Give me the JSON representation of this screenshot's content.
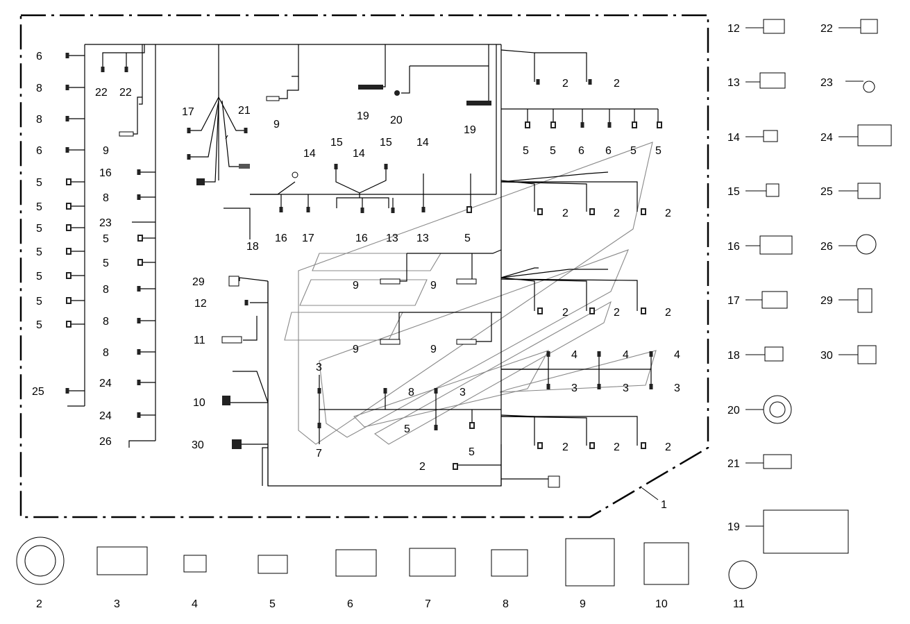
{
  "diagram": {
    "frame_callout": "1",
    "harness_labels": {
      "left_column": [
        "6",
        "8",
        "8",
        "6",
        "5",
        "5",
        "5",
        "5",
        "5",
        "5",
        "5",
        "25"
      ],
      "inner_column": [
        "16",
        "8",
        "23",
        "5",
        "5",
        "8",
        "8",
        "8",
        "24",
        "24",
        "26"
      ],
      "top_left": [
        "22",
        "22",
        "9",
        "17",
        "21",
        "9"
      ],
      "top_center": [
        "19",
        "20",
        "19",
        "14",
        "15",
        "14",
        "15",
        "14"
      ],
      "mid_row": [
        "18",
        "16",
        "17",
        "16",
        "13",
        "13",
        "5"
      ],
      "right_top": [
        "2",
        "2",
        "5",
        "5",
        "6",
        "6",
        "5",
        "5"
      ],
      "right_mid": [
        "2",
        "2",
        "2",
        "2",
        "2",
        "2"
      ],
      "right_lower": [
        "4",
        "4",
        "4",
        "3",
        "3",
        "3",
        "2",
        "2",
        "2"
      ],
      "center_lower": [
        "29",
        "12",
        "11",
        "10",
        "30",
        "9",
        "9",
        "9",
        "9",
        "3",
        "8",
        "3",
        "5",
        "7",
        "5",
        "2"
      ]
    },
    "parts_right": [
      {
        "num": "12",
        "icon": "connector-8pin-icon"
      },
      {
        "num": "22",
        "icon": "connector-2pin-icon"
      },
      {
        "num": "13",
        "icon": "connector-6pin-icon"
      },
      {
        "num": "23",
        "icon": "ring-terminal-icon"
      },
      {
        "num": "14",
        "icon": "spade-terminal-icon"
      },
      {
        "num": "24",
        "icon": "connector-12pin-icon"
      },
      {
        "num": "15",
        "icon": "connector-2pin-small-icon"
      },
      {
        "num": "25",
        "icon": "connector-4pin-icon"
      },
      {
        "num": "16",
        "icon": "connector-10pin-icon"
      },
      {
        "num": "26",
        "icon": "buzzer-icon"
      },
      {
        "num": "17",
        "icon": "connector-8pin-icon"
      },
      {
        "num": "29",
        "icon": "relay-socket-icon"
      },
      {
        "num": "18",
        "icon": "connector-4pin-small-icon"
      },
      {
        "num": "30",
        "icon": "angled-connector-icon"
      },
      {
        "num": "20",
        "icon": "circular-connector-icon"
      },
      {
        "num": "21",
        "icon": "sealed-connector-icon"
      },
      {
        "num": "19",
        "icon": "ecu-connector-icon"
      }
    ],
    "parts_bottom": [
      {
        "num": "2",
        "icon": "round-connector-icon"
      },
      {
        "num": "3",
        "icon": "connector-20pin-icon"
      },
      {
        "num": "4",
        "icon": "connector-2pin-flat-icon"
      },
      {
        "num": "5",
        "icon": "connector-3pin-icon"
      },
      {
        "num": "6",
        "icon": "connector-12pin-icon"
      },
      {
        "num": "7",
        "icon": "connector-16pin-icon"
      },
      {
        "num": "8",
        "icon": "connector-10pin-icon"
      },
      {
        "num": "9",
        "icon": "ecu-plug-icon"
      },
      {
        "num": "10",
        "icon": "ecu-plug-large-icon"
      },
      {
        "num": "11",
        "icon": "diagnostic-plug-icon"
      }
    ]
  }
}
